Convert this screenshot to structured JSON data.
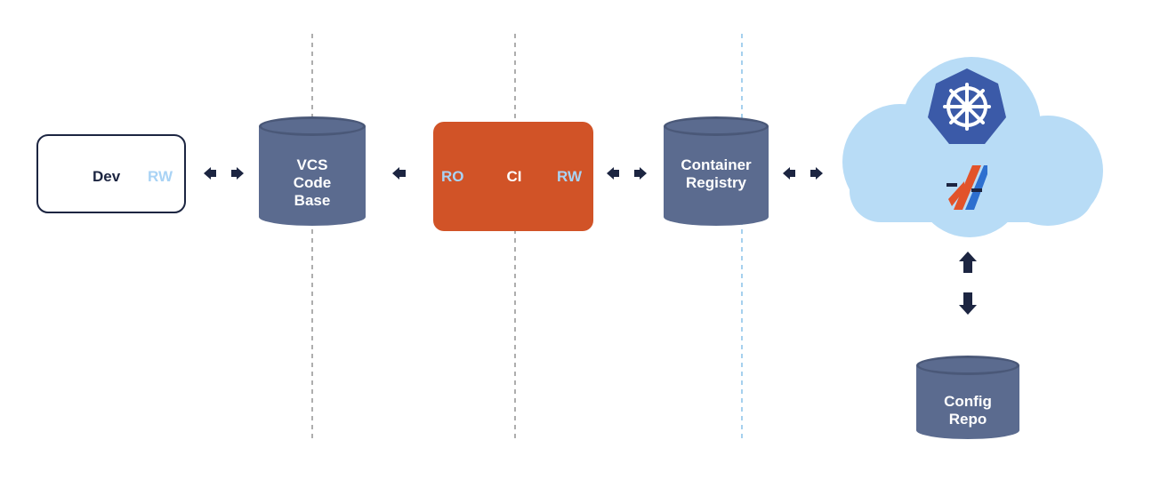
{
  "colors": {
    "navy": "#1c2541",
    "slate": "#5b6b8f",
    "slate_dark": "#4a5878",
    "orange": "#d15327",
    "light_blue": "#a9d3f5",
    "cloud": "#b8dcf6",
    "k8s_blue": "#3b5aa8",
    "white": "#ffffff",
    "divider_gray": "#777777",
    "divider_blue": "#7fbde6",
    "flux_orange": "#e2532a",
    "flux_blue": "#2d6fcf"
  },
  "dev": {
    "label": "Dev",
    "access": "RW"
  },
  "vcs": {
    "line1": "VCS",
    "line2": "Code",
    "line3": "Base"
  },
  "ci": {
    "read_access": "RO",
    "label": "CI",
    "write_access": "RW"
  },
  "registry": {
    "line1": "Container",
    "line2": "Registry"
  },
  "config_repo": {
    "line1": "Config",
    "line2": "Repo"
  },
  "cloud": {
    "icons": [
      "kubernetes-icon",
      "flux-icon"
    ]
  },
  "arrows": [
    "dev-vcs-bidirectional",
    "ci-to-vcs",
    "ci-registry-bidirectional",
    "registry-cloud-bidirectional",
    "cloud-config-repo-bidirectional"
  ]
}
